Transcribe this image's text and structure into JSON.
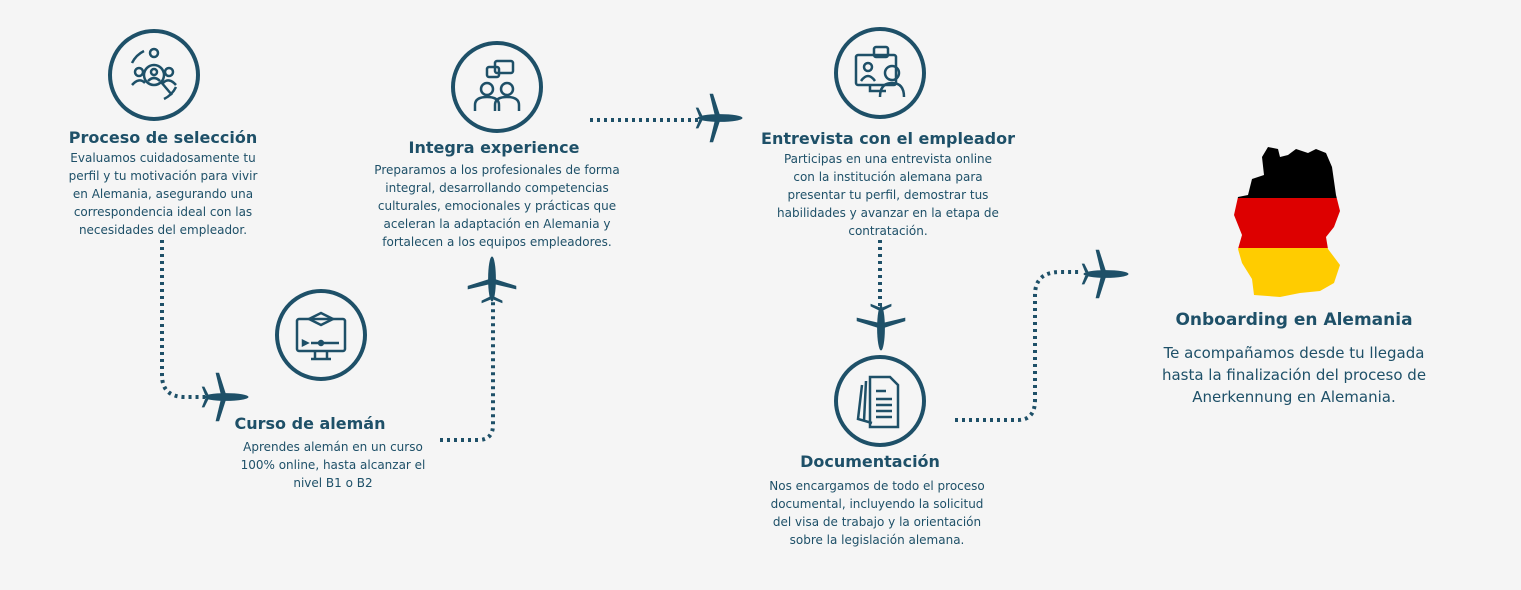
{
  "colors": {
    "primary": "#1e5068",
    "background": "#f5f5f5",
    "flag_black": "#000000",
    "flag_red": "#dd0000",
    "flag_gold": "#ffcc00"
  },
  "steps": [
    {
      "icon": "candidate-search-icon",
      "title": "Proceso de selección",
      "lines": [
        "Evaluamos cuidadosamente tu",
        "perfil y tu motivación para vivir",
        "en Alemania, asegurando una",
        "correspondencia ideal con las",
        "necesidades del empleador."
      ]
    },
    {
      "icon": "online-course-icon",
      "title": "Curso de alemán",
      "lines": [
        "Aprendes alemán en un curso",
        "100% online, hasta alcanzar el",
        "nivel B1 o B2"
      ]
    },
    {
      "icon": "conversation-icon",
      "title": "Integra experience",
      "lines": [
        "Preparamos a los profesionales de forma",
        "integral, desarrollando competencias",
        "culturales, emocionales y prácticas que",
        "aceleran la adaptación en Alemania y",
        "fortalecen a los equipos empleadores."
      ]
    },
    {
      "icon": "video-interview-icon",
      "title": "Entrevista con el empleador",
      "lines": [
        "Participas en una entrevista online",
        "con la institución alemana para",
        "presentar tu perfil, demostrar tus",
        "habilidades y avanzar en la etapa de",
        "contratación."
      ]
    },
    {
      "icon": "documents-icon",
      "title": "Documentación",
      "lines": [
        "Nos encargamos de todo el proceso",
        "documental, incluyendo la solicitud",
        "del visa de trabajo y la orientación",
        "sobre la legislación alemana."
      ]
    },
    {
      "icon": "germany-map-icon",
      "title": "Onboarding en Alemania",
      "lines": [
        "Te acompañamos desde tu llegada",
        "hasta la finalización del proceso de",
        "Anerkennung en Alemania."
      ]
    }
  ]
}
